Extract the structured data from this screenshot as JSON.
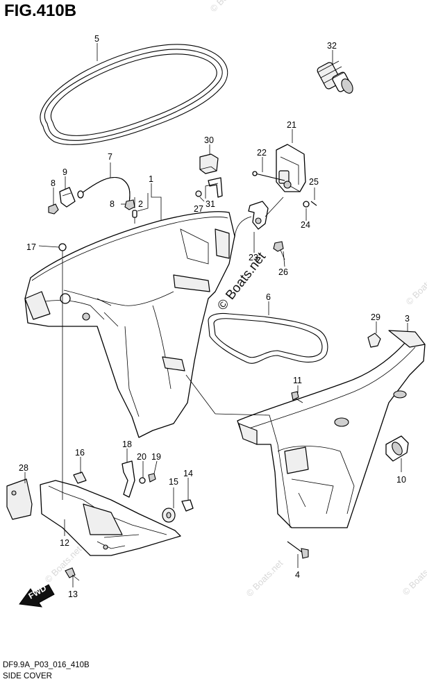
{
  "figure": {
    "title": "FIG.410B",
    "code": "DF9.9A_P03_016_410B",
    "name": "SIDE COVER"
  },
  "watermark": {
    "main": "© Boats.net",
    "faint": "© Boats.net"
  },
  "fwd_arrow": {
    "label": "FWD"
  },
  "callouts": {
    "c1": "1",
    "c2": "2",
    "c3": "3",
    "c4": "4",
    "c5": "5",
    "c6": "6",
    "c7": "7",
    "c8a": "8",
    "c8b": "8",
    "c9": "9",
    "c10": "10",
    "c11": "11",
    "c12": "12",
    "c13": "13",
    "c14": "14",
    "c15": "15",
    "c16": "16",
    "c17": "17",
    "c18": "18",
    "c19": "19",
    "c20": "20",
    "c21": "21",
    "c22": "22",
    "c23": "23",
    "c24": "24",
    "c25": "25",
    "c26": "26",
    "c27": "27",
    "c28": "28",
    "c29": "29",
    "c30": "30",
    "c31": "31",
    "c32": "32"
  }
}
